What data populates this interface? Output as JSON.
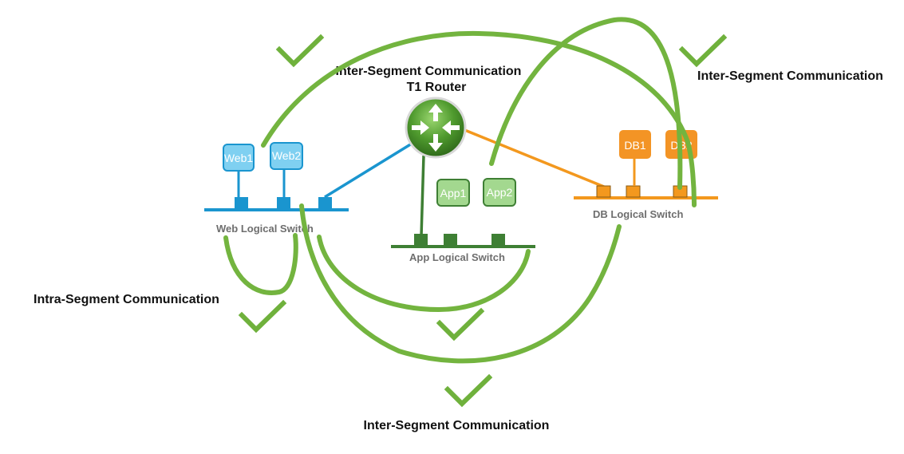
{
  "router": {
    "title_line1": "Inter-Segment Communication",
    "title_line2": "T1 Router",
    "icon": "router-arrows-icon"
  },
  "labels": {
    "inter_segment_right": "Inter-Segment Communication",
    "intra_segment": "Intra-Segment Communication",
    "inter_segment_bottom": "Inter-Segment Communication"
  },
  "switches": {
    "web": "Web Logical Switch",
    "app": "App Logical Switch",
    "db": "DB Logical Switch"
  },
  "vms": {
    "web1": "Web1",
    "web2": "Web2",
    "app1": "App1",
    "app2": "App2",
    "db1": "DB1",
    "db2": "DB2"
  },
  "icons": [
    "checkmark-icon",
    "router-arrows-icon"
  ],
  "colors": {
    "web": "#1a95cf",
    "web_vm_fill": "#7fd0f1",
    "app": "#3e7f34",
    "app_vm_fill": "#a3d88f",
    "db": "#f3981e",
    "db_vm_fill": "#f39425",
    "path": "#73b43f",
    "check": "#6fb13c"
  }
}
